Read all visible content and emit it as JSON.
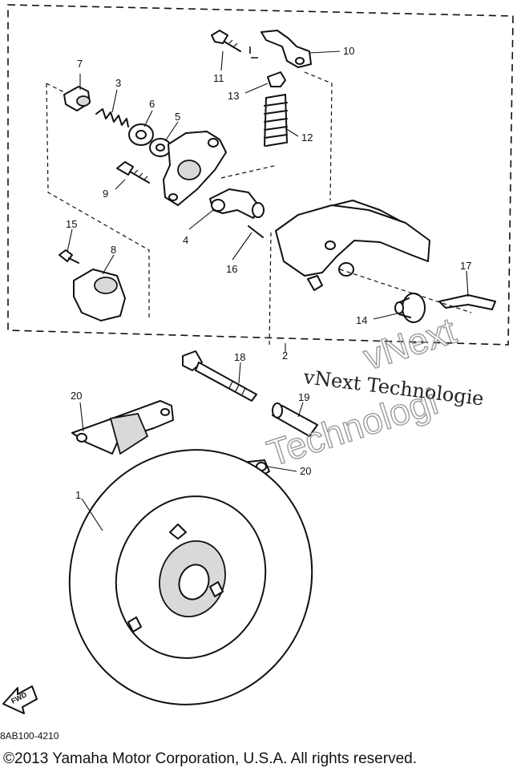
{
  "callouts": {
    "c1": "1",
    "c2": "2",
    "c3": "3",
    "c4": "4",
    "c5": "5",
    "c6": "6",
    "c7": "7",
    "c8": "8",
    "c9": "9",
    "c10": "10",
    "c11": "11",
    "c12": "12",
    "c13": "13",
    "c14": "14",
    "c15": "15",
    "c16": "16",
    "c17": "17",
    "c18": "18",
    "c19": "19",
    "c20a": "20",
    "c20b": "20"
  },
  "watermark": {
    "text": "vNext Technologie",
    "outline_top": "vNext",
    "outline_bottom": "Technologi"
  },
  "fwd_label": "FWD",
  "diagram_code": "8AB100-4210",
  "copyright": "©2013 Yamaha Motor Corporation, U.S.A. All rights reserved."
}
